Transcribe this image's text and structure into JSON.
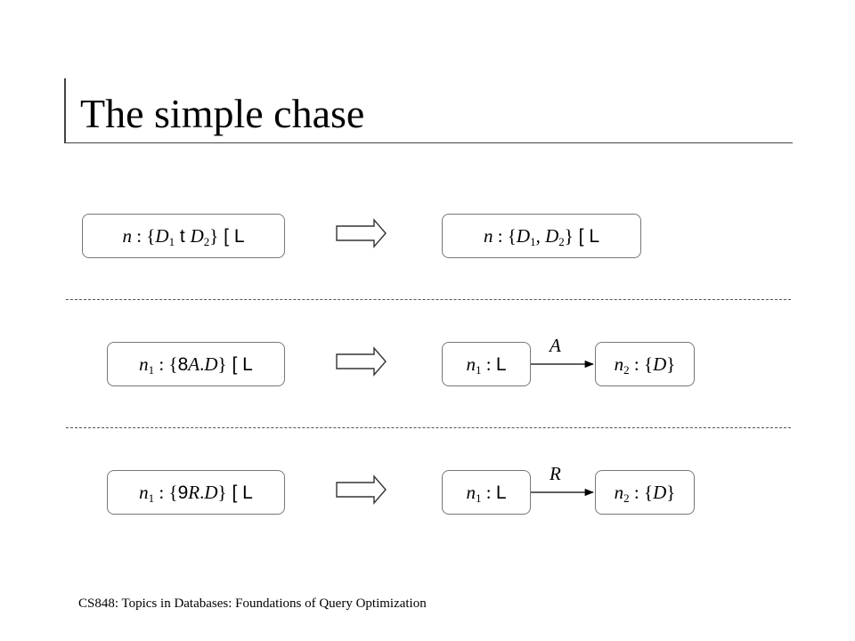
{
  "slide": {
    "title": "The simple chase",
    "footer": "CS848: Topics in Databases:  Foundations of Query Optimization"
  },
  "rules": [
    {
      "left": {
        "var": "n",
        "sub": "",
        "prefix": " : {",
        "d1": "D",
        "d1sub": "1",
        "op": " t ",
        "d2": "D",
        "d2sub": "2",
        "suffix": "}",
        "tail": " [ L"
      },
      "right": {
        "var": "n",
        "prefix": " : {",
        "d1": "D",
        "d1sub": "1",
        "sep": ", ",
        "d2": "D",
        "d2sub": "2",
        "suffix": "}",
        "tail": " [ L"
      }
    },
    {
      "left": {
        "var": "n",
        "sub": "1",
        "prefix": " : {",
        "quant": "8",
        "role": "A",
        "dot": ".",
        "concept": "D",
        "suffix": "}",
        "tail": " [ L"
      },
      "right_node1": {
        "var": "n",
        "sub": "1",
        "text": " : ",
        "tail": "L"
      },
      "edge_label": "A",
      "right_node2": {
        "var": "n",
        "sub": "2",
        "text": " : {",
        "concept": "D",
        "suffix": "}"
      }
    },
    {
      "left": {
        "var": "n",
        "sub": "1",
        "prefix": " : {",
        "quant": "9",
        "role": "R",
        "dot": ".",
        "concept": "D",
        "suffix": "}",
        "tail": " [ L"
      },
      "right_node1": {
        "var": "n",
        "sub": "1",
        "text": " : ",
        "tail": "L"
      },
      "edge_label": "R",
      "right_node2": {
        "var": "n",
        "sub": "2",
        "text": " : {",
        "concept": "D",
        "suffix": "}"
      }
    }
  ],
  "colors": {
    "box_border": "#777777",
    "arrow_stroke": "#333333",
    "edge": "#000000"
  }
}
